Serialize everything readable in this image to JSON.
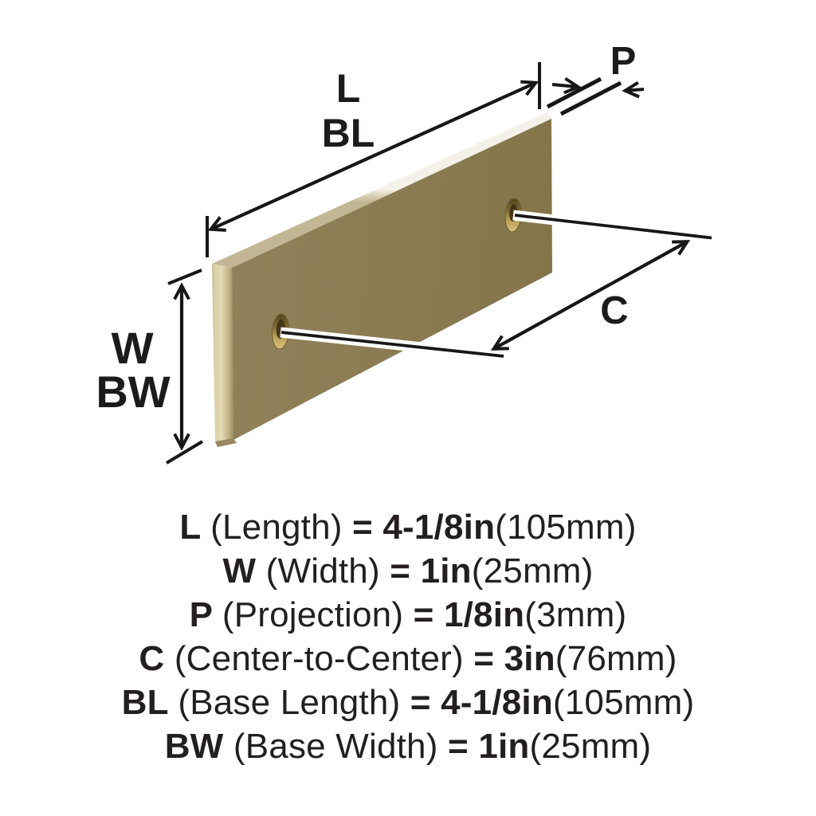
{
  "diagram": {
    "labels": {
      "length": "L",
      "base_length": "BL",
      "projection": "P",
      "center_to_center": "C",
      "width": "W",
      "base_width": "BW"
    }
  },
  "specs": {
    "lines": [
      {
        "letter": "L ",
        "name": "(Length) ",
        "value": "= 4-1/8in",
        "metric": "(105mm)"
      },
      {
        "letter": "W ",
        "name": "(Width) ",
        "value": "= 1in",
        "metric": "(25mm)"
      },
      {
        "letter": "P ",
        "name": "(Projection) ",
        "value": "= 1/8in",
        "metric": "(3mm)"
      },
      {
        "letter": "C ",
        "name": "(Center-to-Center) ",
        "value": "= 3in",
        "metric": "(76mm)"
      },
      {
        "letter": "BL ",
        "name": "(Base Length) ",
        "value": "= 4-1/8in",
        "metric": "(105mm)"
      },
      {
        "letter": "BW ",
        "name": "(Base Width) ",
        "value": "= 1in",
        "metric": "(25mm)"
      }
    ]
  },
  "colors": {
    "background": "#ffffff",
    "plate_front": "#8a7b52",
    "plate_edge_light": "#ddd2ab",
    "plate_top_highlight": "#f2efe6",
    "hole_brass_dark": "#53441f",
    "hole_brass_light": "#d9c37f",
    "line_color": "#181617",
    "text_color": "#231f20"
  }
}
